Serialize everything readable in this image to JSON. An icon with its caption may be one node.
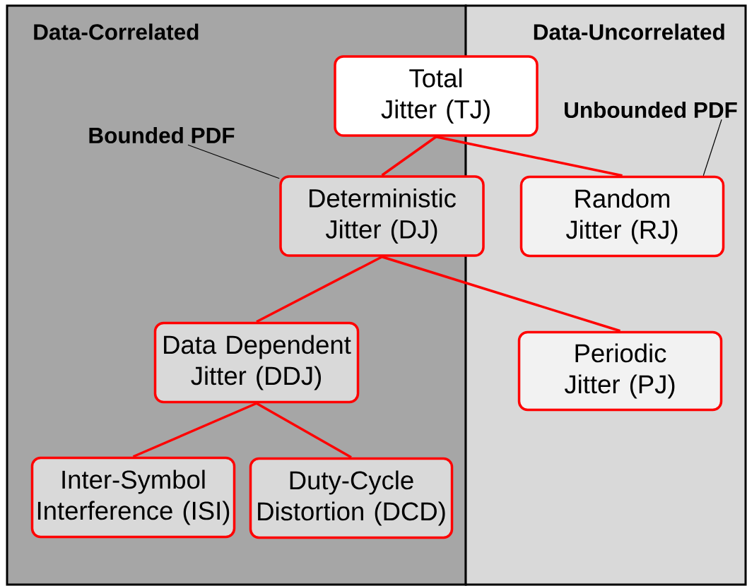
{
  "diagram": {
    "nodes": [
      {
        "text": [
          "Data-Correlated"
        ]
      },
      {
        "text": [
          "Data-Uncorrelated"
        ]
      },
      {
        "text": [
          "Total Jitter (TJ)"
        ]
      },
      {
        "text": [
          "Bounded PDF"
        ],
        "in": 0
      },
      {
        "text": [
          "Unbounded PDF"
        ],
        "in": 1
      },
      {
        "text": [
          "Deterministic Jitter (DJ)"
        ]
      },
      {
        "text": [
          "Random Jitter (RJ)"
        ],
        "in": 1
      },
      {
        "text": [
          "Data Dependent Jitter (DDJ)"
        ],
        "in": 0
      },
      {
        "text": [
          "Periodic Jitter (PJ)"
        ],
        "in": 1
      },
      {
        "text": [
          "Inter-Symbol Interference (ISI)"
        ],
        "in": 0
      },
      {
        "text": [
          "Duty-Cycle Distortion (DCD)"
        ],
        "in": 0
      }
    ],
    "edges": [
      {
        "from": 2,
        "to": 5,
        "arrow": "none"
      },
      {
        "from": 2,
        "to": 6,
        "arrow": "none"
      },
      {
        "from": 5,
        "to": 7,
        "arrow": "none"
      },
      {
        "from": 5,
        "to": 8,
        "arrow": "none"
      },
      {
        "from": 7,
        "to": 9,
        "arrow": "none"
      },
      {
        "from": 7,
        "to": 10,
        "arrow": "none"
      },
      {
        "from": 3,
        "to": 5,
        "arrow": "none",
        "color": "#000000"
      },
      {
        "from": 4,
        "to": 6,
        "arrow": "none",
        "color": "#000000"
      }
    ]
  }
}
